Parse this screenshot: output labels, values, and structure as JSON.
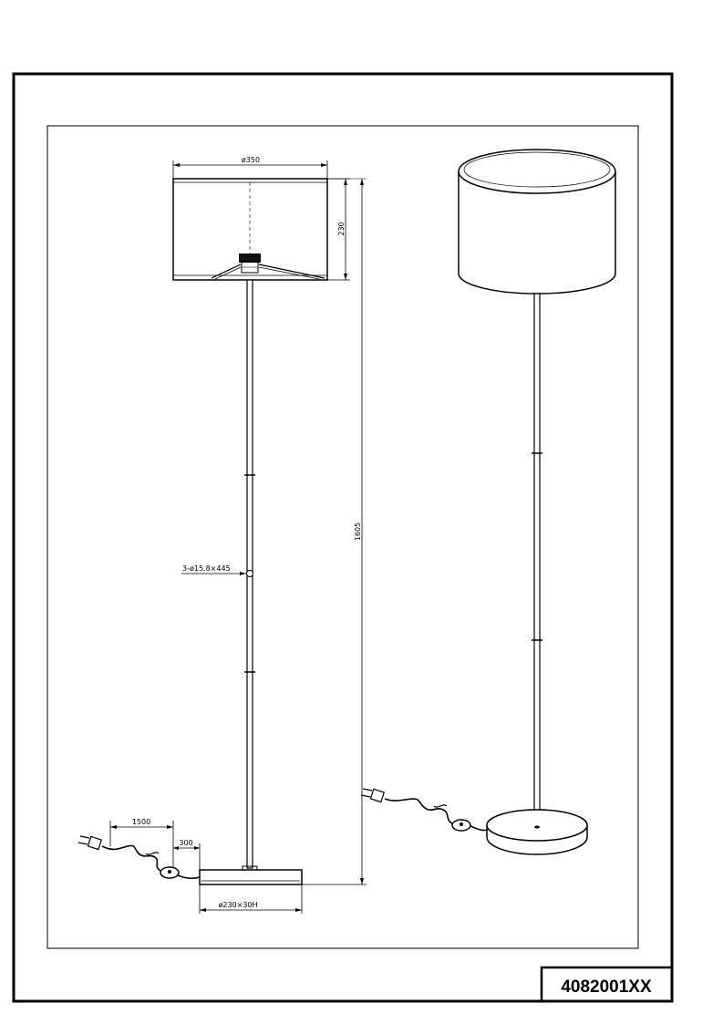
{
  "drawing": {
    "article_number": "4082001XX",
    "dimensions": {
      "shade_diameter": "ø350",
      "shade_height": "230",
      "total_height": "1605",
      "tube": "3-ø15.8×445",
      "cable_length": "1500",
      "switch_distance": "300",
      "base": "ø230×30H"
    }
  }
}
